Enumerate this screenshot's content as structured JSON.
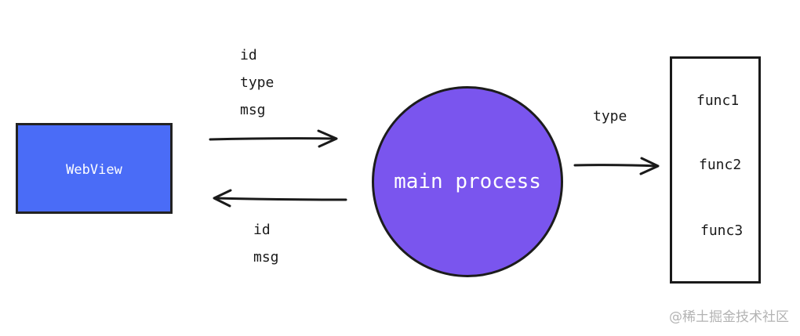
{
  "nodes": {
    "webview": {
      "label": "WebView",
      "color": "#4a6cf7"
    },
    "main_process": {
      "label": "main process",
      "color": "#7a55ee"
    },
    "functions": [
      "func1",
      "func2",
      "func3"
    ]
  },
  "arrows": {
    "webview_to_main": {
      "labels": [
        "id",
        "type",
        "msg"
      ]
    },
    "main_to_webview": {
      "labels": [
        "id",
        "msg"
      ]
    },
    "main_to_funcs": {
      "label": "type"
    }
  },
  "stroke_color": "#1a1a1a",
  "watermark": "@稀土掘金技术社区"
}
